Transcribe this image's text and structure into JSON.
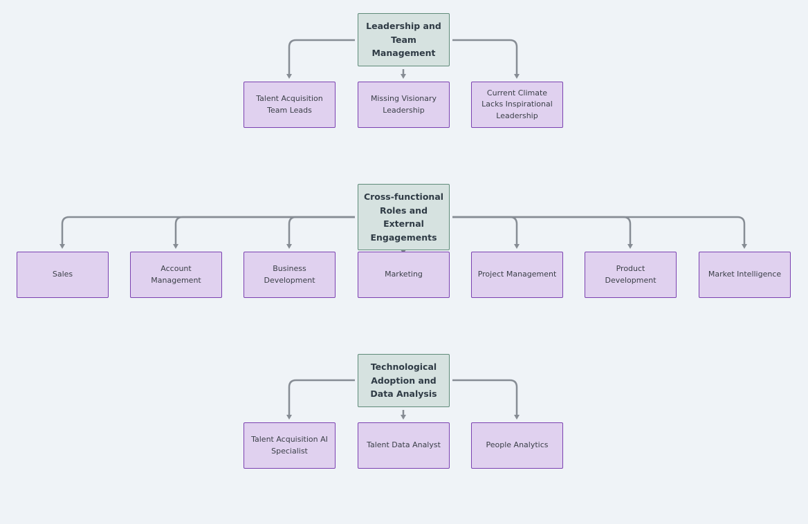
{
  "colors": {
    "background": "#eff3f7",
    "parent_fill": "#d6e2e0",
    "parent_border": "#5e8a78",
    "child_fill": "#e0d1ef",
    "child_border": "#7a40b0",
    "connector": "#868c94"
  },
  "groups": [
    {
      "title": "Leadership and Team Management",
      "children": [
        "Talent Acquisition Team Leads",
        "Missing Visionary Leadership",
        "Current Climate Lacks Inspirational Leadership"
      ]
    },
    {
      "title": "Cross-functional Roles and External Engagements",
      "children": [
        "Sales",
        "Account Management",
        "Business Development",
        "Marketing",
        "Project Management",
        "Product Development",
        "Market Intelligence"
      ]
    },
    {
      "title": "Technological Adoption and Data Analysis",
      "children": [
        "Talent Acquisition AI Specialist",
        "Talent Data Analyst",
        "People Analytics"
      ]
    }
  ]
}
